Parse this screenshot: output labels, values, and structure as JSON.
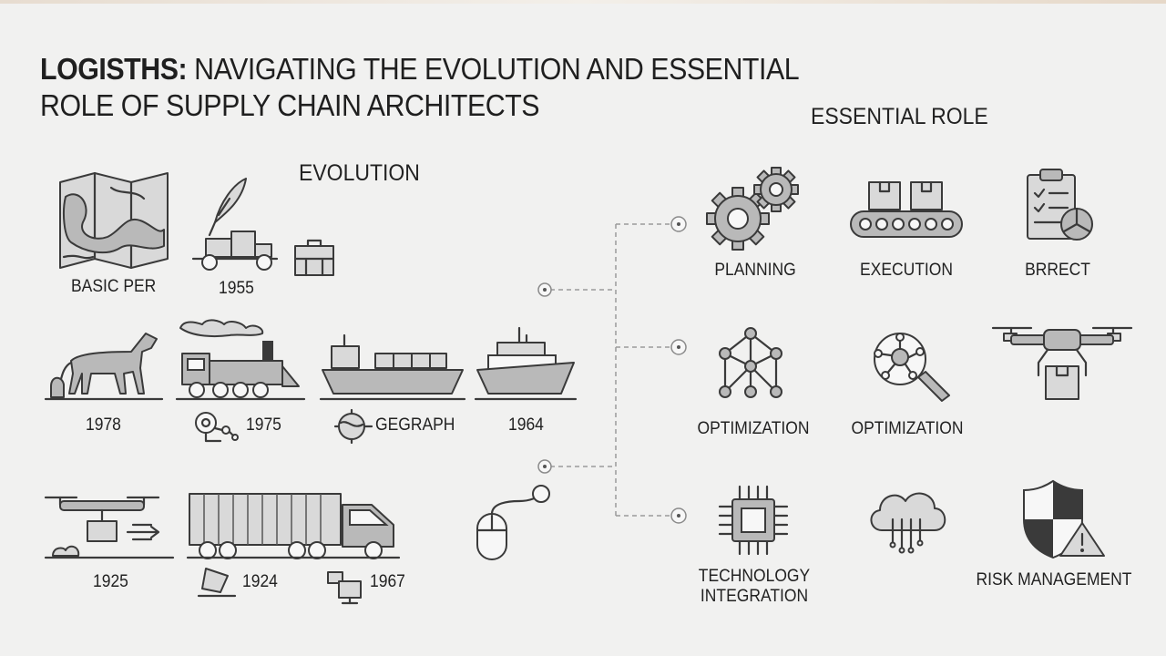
{
  "title": {
    "lead": "LOGISTHS:",
    "rest_line1": " NAVIGATING THE EVOLUTION AND ESSENTIAL",
    "line2": "ROLE OF SUPPLY CHAIN ARCHITECTS"
  },
  "evolution": {
    "heading": "EVOLUTION",
    "items": [
      {
        "label": "BASIC PER",
        "icon": "map-icon"
      },
      {
        "label": "1955",
        "icon": "quill-cart-icon"
      },
      {
        "label": "1978",
        "icon": "horse-icon"
      },
      {
        "label": "1975",
        "icon": "steam-train-icon"
      },
      {
        "label": "GEGRAPH",
        "icon": "cargo-ship-icon"
      },
      {
        "label": "1964",
        "icon": "ferry-icon"
      },
      {
        "label": "1925",
        "icon": "drone-delivery-icon"
      },
      {
        "label": "1924",
        "icon": "truck-icon"
      },
      {
        "label": "1967",
        "icon": "computer-icon"
      }
    ]
  },
  "essential_role": {
    "heading": "ESSENTIAL ROLE",
    "items": [
      {
        "label": "PLANNING",
        "icon": "gears-icon"
      },
      {
        "label": "EXECUTION",
        "icon": "conveyor-icon"
      },
      {
        "label": "BRRECT",
        "icon": "clipboard-icon"
      },
      {
        "label": "OPTIMIZATION",
        "icon": "network-icon"
      },
      {
        "label": "OPTIMIZATION",
        "icon": "magnifier-icon"
      },
      {
        "label": "",
        "icon": "drone-icon"
      },
      {
        "label": "TECHNOLOGY",
        "label2": "INTEGRATION",
        "icon": "chip-icon"
      },
      {
        "label": "",
        "icon": "cloud-icon"
      },
      {
        "label": "RISK MANAGEMENT",
        "icon": "shield-icon"
      }
    ]
  },
  "colors": {
    "background": "#f1f1f0",
    "ink": "#222222",
    "icon_fill": "#b9b9b9"
  }
}
